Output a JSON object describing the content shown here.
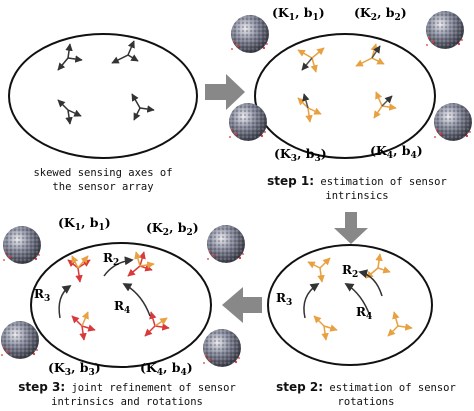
{
  "captions": {
    "panel0_line1": "skewed sensing axes of",
    "panel0_line2": "the sensor array",
    "step1_label": "step 1:",
    "step1_line1": " estimation of sensor",
    "step1_line2": "intrinsics",
    "step2_label": "step 2:",
    "step2_line1": " estimation of sensor",
    "step2_line2": "rotations",
    "step3_label": "step 3:",
    "step3_line1": " joint refinement of sensor",
    "step3_line2": "intrinsics and rotations"
  },
  "params": {
    "p1": {
      "K": "K",
      "sub": "1",
      "b": "b",
      "bsub": "1"
    },
    "p2": {
      "K": "K",
      "sub": "2",
      "b": "b",
      "bsub": "2"
    },
    "p3": {
      "K": "K",
      "sub": "3",
      "b": "b",
      "bsub": "3"
    },
    "p4": {
      "K": "K",
      "sub": "4",
      "b": "b",
      "bsub": "4"
    }
  },
  "rotations": {
    "r2": {
      "R": "R",
      "sub": "2"
    },
    "r3": {
      "R": "R",
      "sub": "3"
    },
    "r4": {
      "R": "R",
      "sub": "4"
    }
  },
  "colors": {
    "skewed": "#333333",
    "intrinsic": "#e8a040",
    "refined_a": "#d83a3a",
    "refined_b": "#e8a040",
    "flow_arrow": "#888888",
    "sphere": "#6a6e80"
  }
}
